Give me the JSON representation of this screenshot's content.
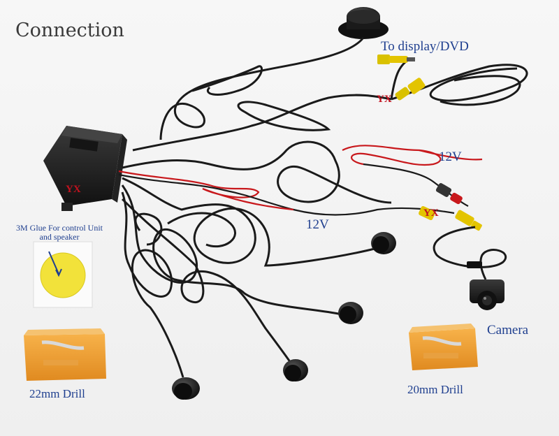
{
  "title": "Connection",
  "labels": {
    "display": "To display/DVD",
    "power_top": "12V",
    "power_mid": "12V",
    "glue": "3M Glue For control Unit and speaker",
    "camera": "Camera",
    "drill_left": "22mm Drill",
    "drill_right": "20mm Drill"
  },
  "watermarks": [
    "YX",
    "YX",
    "YX"
  ],
  "colors": {
    "label_blue": "#1f3f8f",
    "watermark_red": "#c1121f",
    "cable": "#1a1a1a",
    "red_wire": "#c8181c",
    "connector_yellow": "#e3c400",
    "drill_box": "#f0a030",
    "glue_dot": "#f2e23a"
  }
}
